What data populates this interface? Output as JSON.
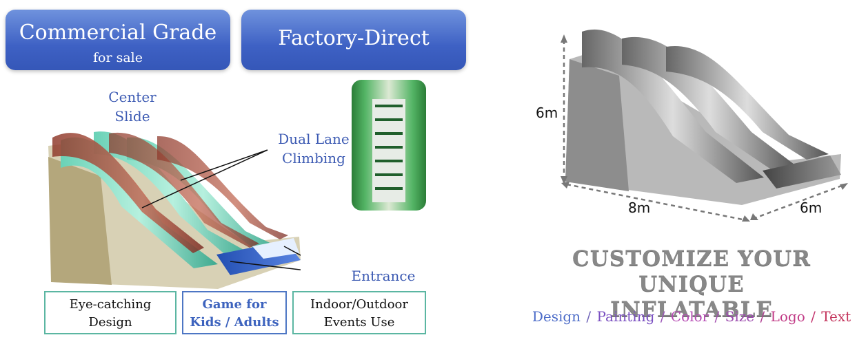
{
  "banners": {
    "left_line1": "Commercial Grade",
    "left_line2": "for sale",
    "right_line1": "Factory-Direct"
  },
  "callouts": {
    "center_slide": "Center Slide",
    "dual_lane_1": "Dual Lane",
    "dual_lane_2": "Climbing",
    "entrance": "Entrance"
  },
  "features": {
    "box1_line1": "Eye-catching",
    "box1_line2": "Design",
    "box2_line1": "Game for",
    "box2_line2": "Kids / Adults",
    "box3_line1": "Indoor/Outdoor",
    "box3_line2": "Events Use"
  },
  "dimensions": {
    "height": "6m",
    "length": "8m",
    "width": "6m"
  },
  "customize": {
    "line1": "CUSTOMIZE YOUR UNIQUE",
    "line2": "INFLATABLE"
  },
  "options": {
    "design": "Design",
    "painting": "Painting",
    "color": "Color",
    "size": "Size",
    "logo": "Logo",
    "text": "Text",
    "separator": " / "
  },
  "colors": {
    "banner": "#4a6fd0",
    "callout": "#3d5bb3",
    "feature_border": "#5bb6a2",
    "design": "#4b6bc8",
    "painting": "#7a4fc1",
    "color": "#b54ab3",
    "size": "#9b4aad",
    "logo": "#c13a86",
    "text": "#c3345c"
  }
}
